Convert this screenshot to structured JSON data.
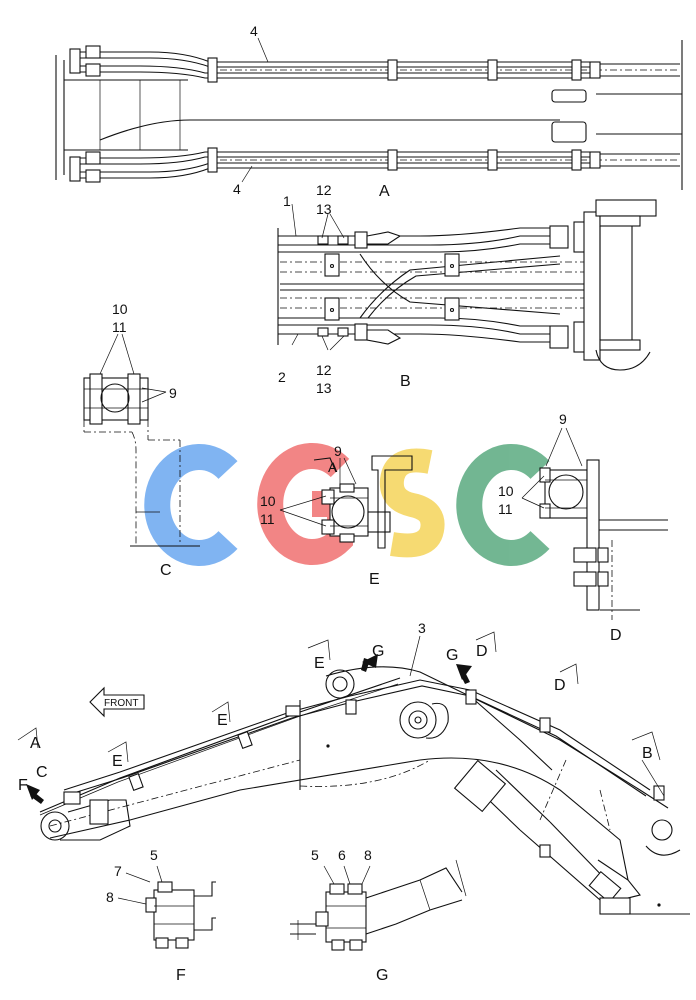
{
  "colors": {
    "line": "#111111",
    "watermark_blue": "#6aa8f0",
    "watermark_red": "#f07070",
    "watermark_yellow": "#f5d45a",
    "watermark_green": "#5aaa80"
  },
  "icons": [
    "front-arrow-icon",
    "view-arrow-icon",
    "watermark-logo-icon"
  ],
  "views": {
    "A": "A",
    "B": "B",
    "C": "C",
    "D": "D",
    "E": "E",
    "F": "F",
    "G": "G"
  },
  "parts": {
    "p1": "1",
    "p2": "2",
    "p3": "3",
    "p4": "4",
    "p5": "5",
    "p6": "6",
    "p7": "7",
    "p8": "8",
    "p9": "9",
    "p10": "10",
    "p11": "11",
    "p12": "12",
    "p13": "13"
  },
  "watermark": "CGSC",
  "front_label": "FRONT"
}
